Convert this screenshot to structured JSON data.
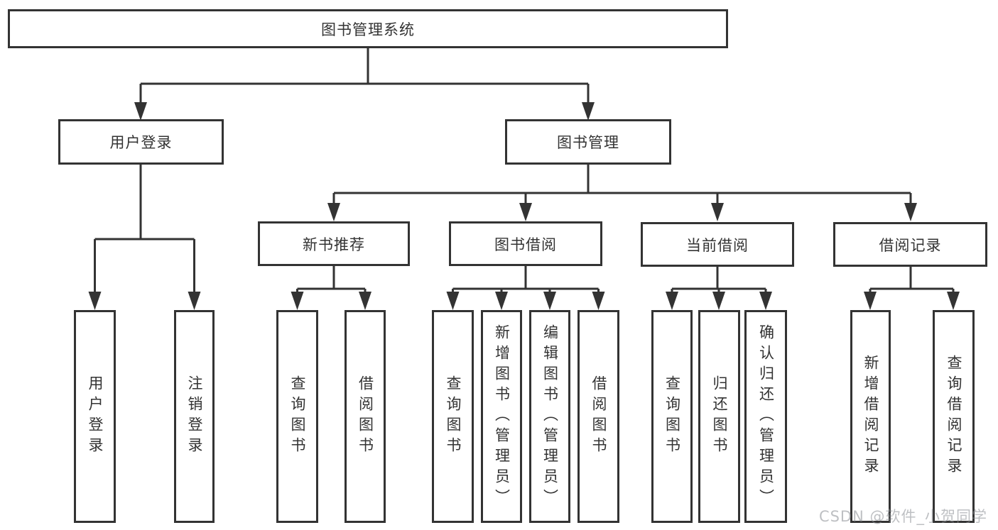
{
  "colors": {
    "line": "#333333",
    "box_border": "#333333",
    "box_background": "#ffffff",
    "text": "#333333",
    "page_background": "#ffffff",
    "watermark": "#888d92"
  },
  "tree": {
    "label": "图书管理系统",
    "children": [
      {
        "label": "用户登录",
        "children": [
          {
            "label": "用户登录"
          },
          {
            "label": "注销登录"
          }
        ]
      },
      {
        "label": "图书管理",
        "children": [
          {
            "label": "新书推荐",
            "children": [
              {
                "label": "查询图书"
              },
              {
                "label": "借阅图书"
              }
            ]
          },
          {
            "label": "图书借阅",
            "children": [
              {
                "label": "查询图书"
              },
              {
                "label": "新增图书（管理员）"
              },
              {
                "label": "编辑图书（管理员）"
              },
              {
                "label": "借阅图书"
              }
            ]
          },
          {
            "label": "当前借阅",
            "children": [
              {
                "label": "查询图书"
              },
              {
                "label": "归还图书"
              },
              {
                "label": "确认归还（管理员）"
              }
            ]
          },
          {
            "label": "借阅记录",
            "children": [
              {
                "label": "新增借阅记录"
              },
              {
                "label": "查询借阅记录"
              }
            ]
          }
        ]
      }
    ]
  },
  "watermark": {
    "text": "CSDN @软件_小贺同学"
  }
}
